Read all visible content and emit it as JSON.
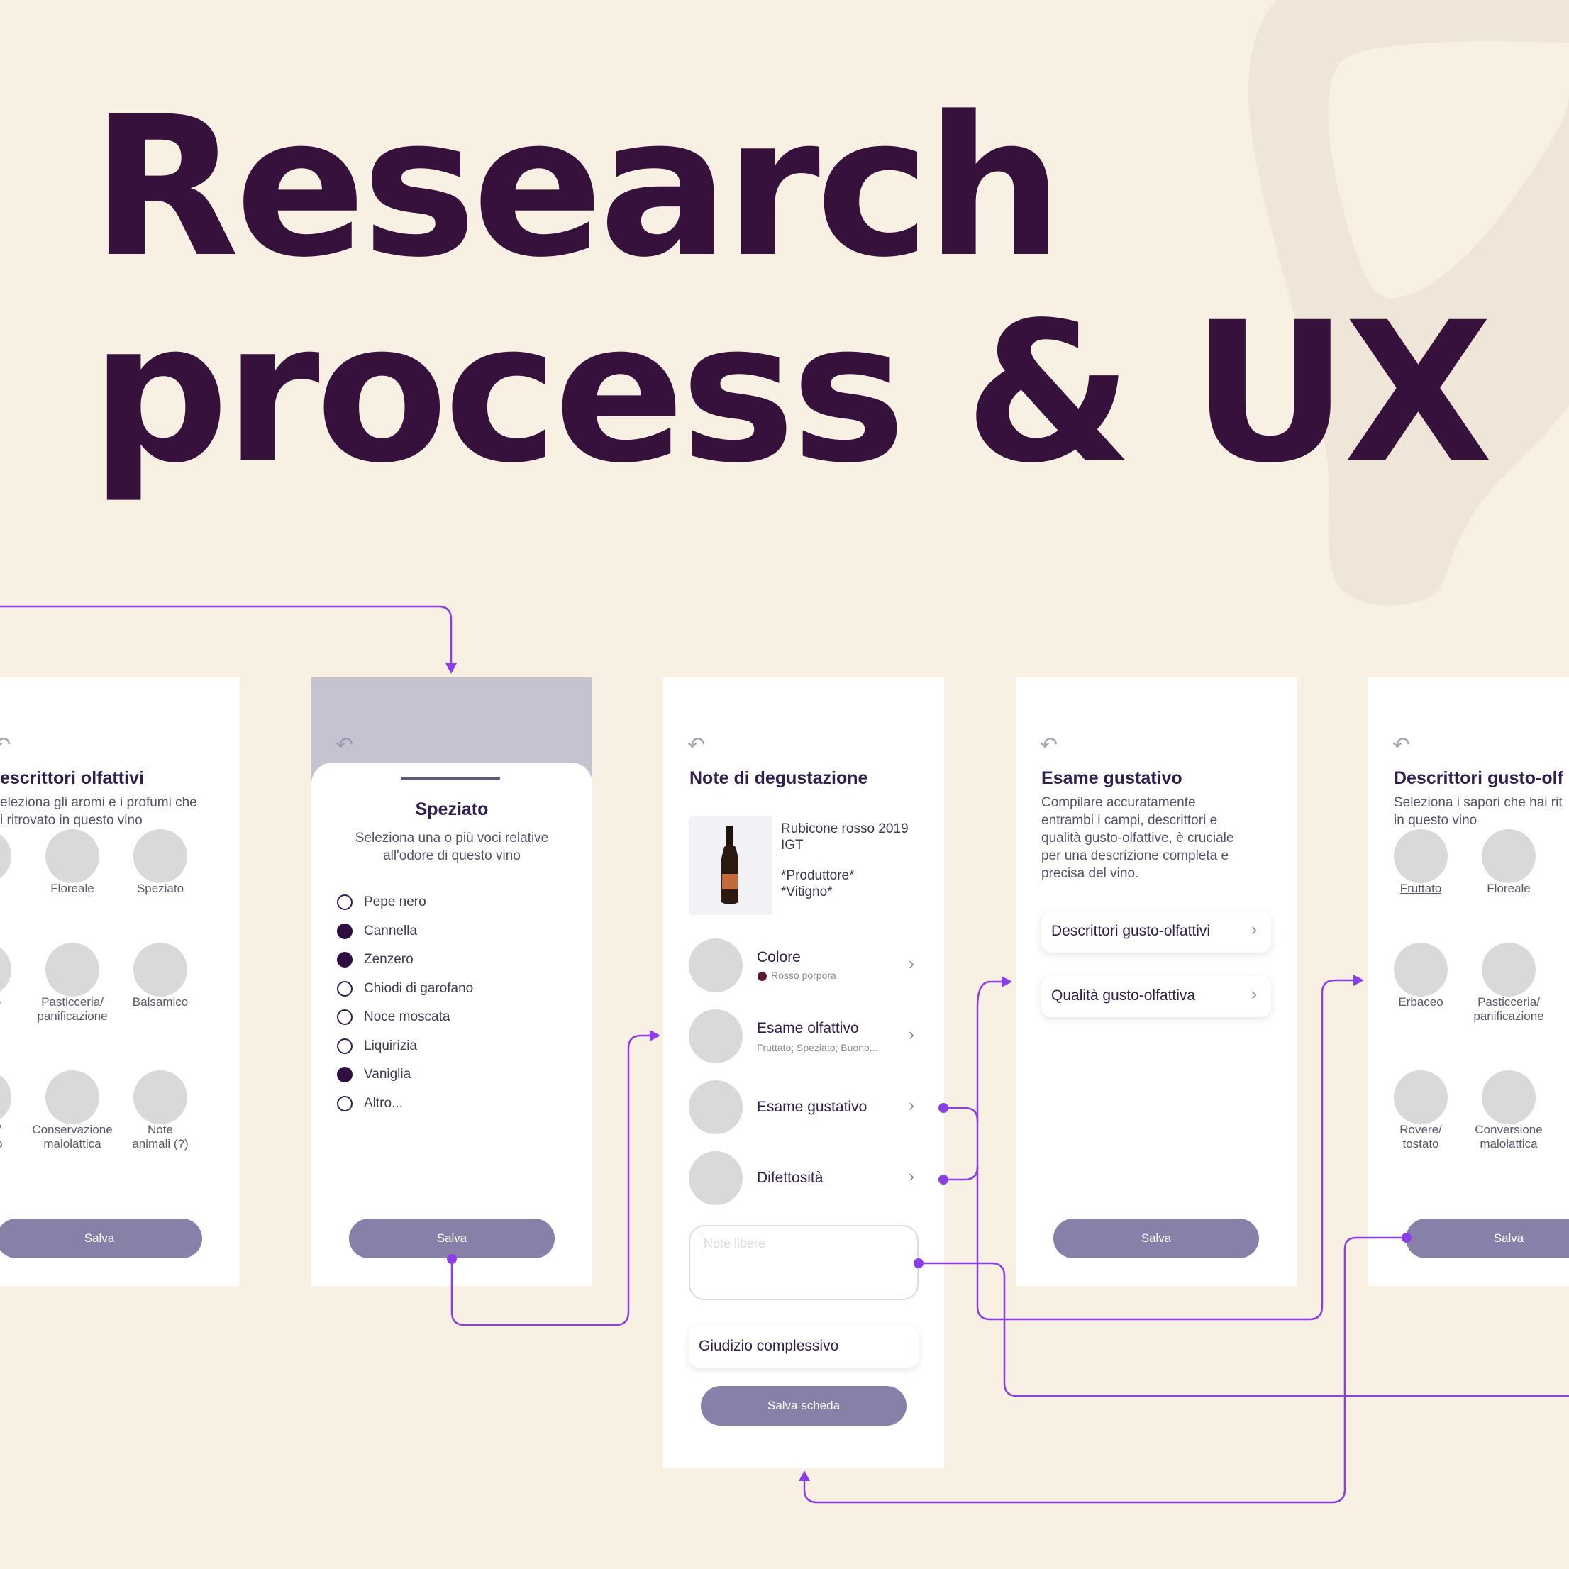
{
  "hero": {
    "line1": "Research",
    "line2": "process & UX"
  },
  "colors": {
    "background": "#f9f0e4",
    "heading": "#35113b",
    "accent": "#8b3ee6",
    "button": "#8780a8",
    "placeholder_circle": "#d9d9d9"
  },
  "common": {
    "back_icon": "↶",
    "chevron": "›",
    "save": "Salva"
  },
  "screen1": {
    "title": "escrittori olfattivi",
    "description": "eleziona gli aromi e i profumi che\ni ritrovato in questo vino",
    "items": [
      "uttato",
      "Floreale",
      "Speziato",
      "baceo",
      "Pasticceria/\npanificazione",
      "Balsamico",
      "overe/\ntostato",
      "Conservazione\nmalolattica",
      "Note\nanimali (?)"
    ]
  },
  "screen2": {
    "title": "Speziato",
    "description": "Seleziona una o più voci relative\nall'odore di questo vino",
    "options": [
      {
        "label": "Pepe nero",
        "selected": false
      },
      {
        "label": "Cannella",
        "selected": true
      },
      {
        "label": "Zenzero",
        "selected": true
      },
      {
        "label": "Chiodi di garofano",
        "selected": false
      },
      {
        "label": "Noce moscata",
        "selected": false
      },
      {
        "label": "Liquirizia",
        "selected": false
      },
      {
        "label": "Vaniglia",
        "selected": true
      },
      {
        "label": "Altro...",
        "selected": false
      }
    ]
  },
  "screen3": {
    "title": "Note di degustazione",
    "wine_name": "Rubicone rosso 2019\nIGT",
    "wine_meta": "*Produttore*\n*Vitigno*",
    "rows": [
      {
        "label": "Colore",
        "sub": "Rosso porpora"
      },
      {
        "label": "Esame olfattivo",
        "sub": "Fruttato; Speziato; Buono..."
      },
      {
        "label": "Esame gustativo",
        "sub": ""
      },
      {
        "label": "Difettosità",
        "sub": ""
      }
    ],
    "notes_placeholder": "Note libere",
    "overall": "Giudizio complessivo",
    "save_card": "Salva scheda"
  },
  "screen4": {
    "title": "Esame gustativo",
    "description": "Compilare accuratamente\nentrambi i campi, descrittori e\nqualità gusto-olfattive, è cruciale\nper una descrizione completa e\nprecisa del vino.",
    "options": [
      "Descrittori gusto-olfattivi",
      "Qualità gusto-olfattiva"
    ]
  },
  "screen5": {
    "title": "Descrittori gusto-olf",
    "description": "Seleziona i sapori che hai rit\nin questo vino",
    "items": [
      "Fruttato",
      "Floreale",
      "Erbaceo",
      "Pasticceria/\npanificazione",
      "Rovere/\ntostato",
      "Conversione\nmalolattica"
    ]
  }
}
